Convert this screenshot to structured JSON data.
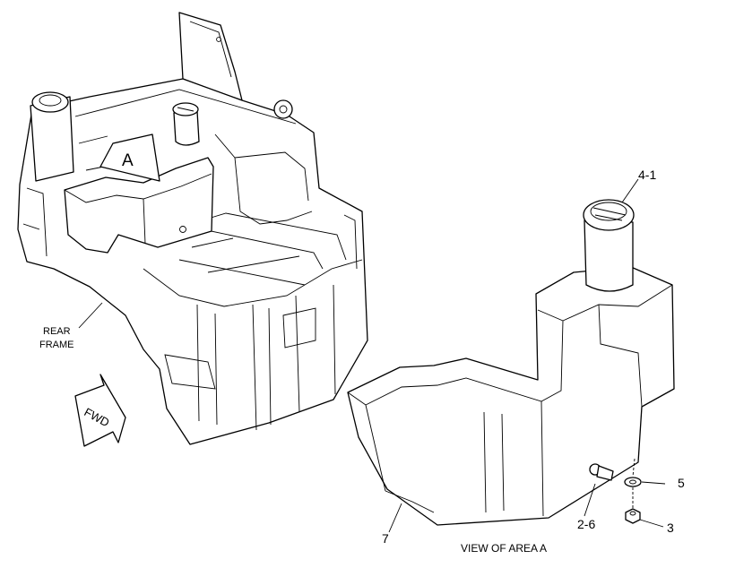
{
  "callouts": {
    "cap": "4-1",
    "washer": "5",
    "nut": "3",
    "fitting": "2-6",
    "tank": "7"
  },
  "labels": {
    "area_marker": "A",
    "rear_frame_line1": "REAR",
    "rear_frame_line2": "FRAME",
    "forward_arrow": "FWD",
    "view_caption": "VIEW OF AREA  A"
  }
}
